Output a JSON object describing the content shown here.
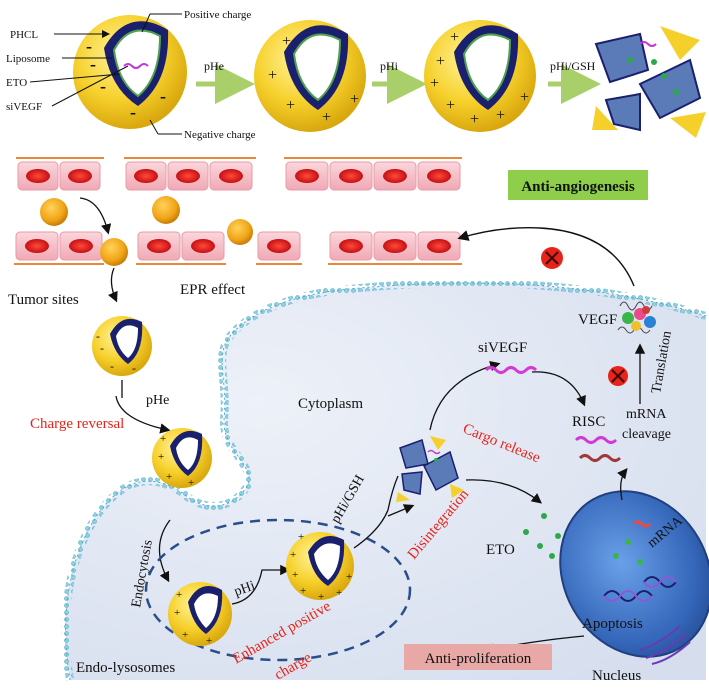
{
  "top_labels": {
    "phcl": "PHCL",
    "liposome": "Liposome",
    "eto": "ETO",
    "sivegf": "siVEGF",
    "positive_charge": "Positive charge",
    "negative_charge": "Negative charge"
  },
  "top_steps": [
    "pHe",
    "pHi",
    "pHi/GSH"
  ],
  "labels": {
    "anti_angiogenesis": "Anti-angiogenesis",
    "tumor_sites": "Tumor sites",
    "epr_effect": "EPR effect",
    "charge_reversal": "Charge reversal",
    "phe": "pHe",
    "cytoplasm": "Cytoplasm",
    "endocytosis": "Endocytosis",
    "phi": "pHi",
    "phi_gsh": "pHi/GSH",
    "enhanced_positive_charge_1": "Enhanced positive",
    "enhanced_positive_charge_2": "charge",
    "disintegration": "Disintegration",
    "cargo_release": "Cargo release",
    "sivegf": "siVEGF",
    "vegf": "VEGF",
    "translation": "Translation",
    "risc": "RISC",
    "mrna_cleavage_1": "mRNA",
    "mrna_cleavage_2": "cleavage",
    "eto": "ETO",
    "mrna": "mRNA",
    "apoptosis": "Apoptosis",
    "anti_proliferation": "Anti-proliferation",
    "nucleus": "Nucleus",
    "endo_lysosomes": "Endo-lysosomes"
  },
  "colors": {
    "nanoparticle": "#f6d02a",
    "liposome_shell": "#1a1f6e",
    "cell_fill": "#dfe6f4",
    "membrane": "#6fc2d8",
    "nucleus": "#3f74c4",
    "red_label": "#e8231a",
    "anti_angio_box": "#8fce4a",
    "anti_prolif_box": "#e7a8a6",
    "endothelial": "#f2b3bd",
    "rbc": "#d8171c"
  },
  "icons": [
    "block-icon",
    "dna-icon",
    "rna-icon",
    "protein-icon"
  ]
}
